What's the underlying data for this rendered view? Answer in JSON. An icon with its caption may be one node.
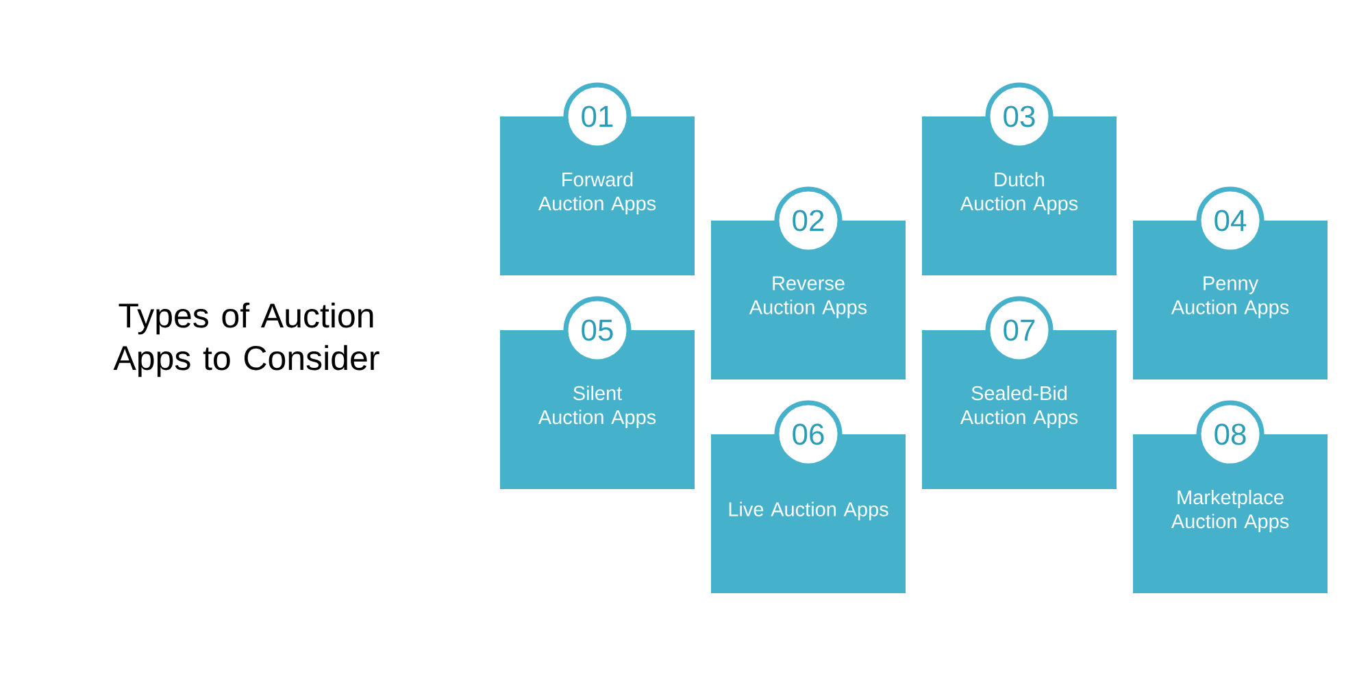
{
  "diagram": {
    "title": "Types of Auction Apps to Consider",
    "nodes": [
      {
        "text": [
          "01",
          "Forward Auction Apps"
        ]
      },
      {
        "text": [
          "02",
          "Reverse Auction Apps"
        ]
      },
      {
        "text": [
          "03",
          "Dutch Auction Apps"
        ]
      },
      {
        "text": [
          "04",
          "Penny Auction Apps"
        ]
      },
      {
        "text": [
          "05",
          "Silent Auction Apps"
        ]
      },
      {
        "text": [
          "06",
          "Live Auction Apps"
        ]
      },
      {
        "text": [
          "07",
          "Sealed-Bid Auction Apps"
        ]
      },
      {
        "text": [
          "08",
          "Marketplace Auction Apps"
        ]
      }
    ]
  }
}
